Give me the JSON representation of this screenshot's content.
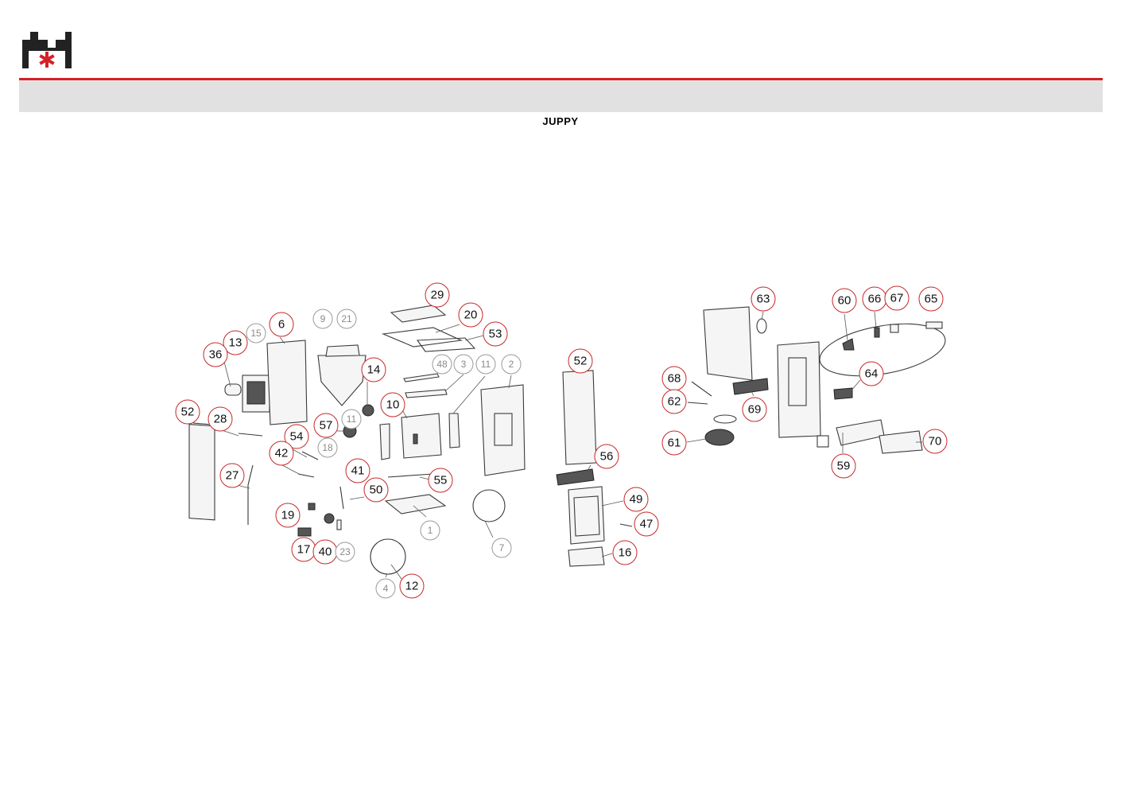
{
  "header": {
    "title": "JUPPY",
    "brand_color": "#d42027",
    "band_color": "#e1e1e1",
    "logo_icon": "stove-logo-icon"
  },
  "diagram": {
    "left_callouts": [
      "29",
      "20",
      "53",
      "6",
      "15",
      "13",
      "36",
      "9",
      "21",
      "14",
      "48",
      "3",
      "11",
      "2",
      "52",
      "28",
      "10",
      "54",
      "57",
      "42",
      "18",
      "11",
      "27",
      "41",
      "55",
      "50",
      "19",
      "1",
      "17",
      "40",
      "23",
      "7",
      "4",
      "12"
    ],
    "front_callouts": [
      "52",
      "56",
      "49",
      "47",
      "16"
    ],
    "right_callouts": [
      "63",
      "60",
      "66",
      "67",
      "65",
      "68",
      "64",
      "62",
      "69",
      "61",
      "70",
      "59"
    ]
  }
}
